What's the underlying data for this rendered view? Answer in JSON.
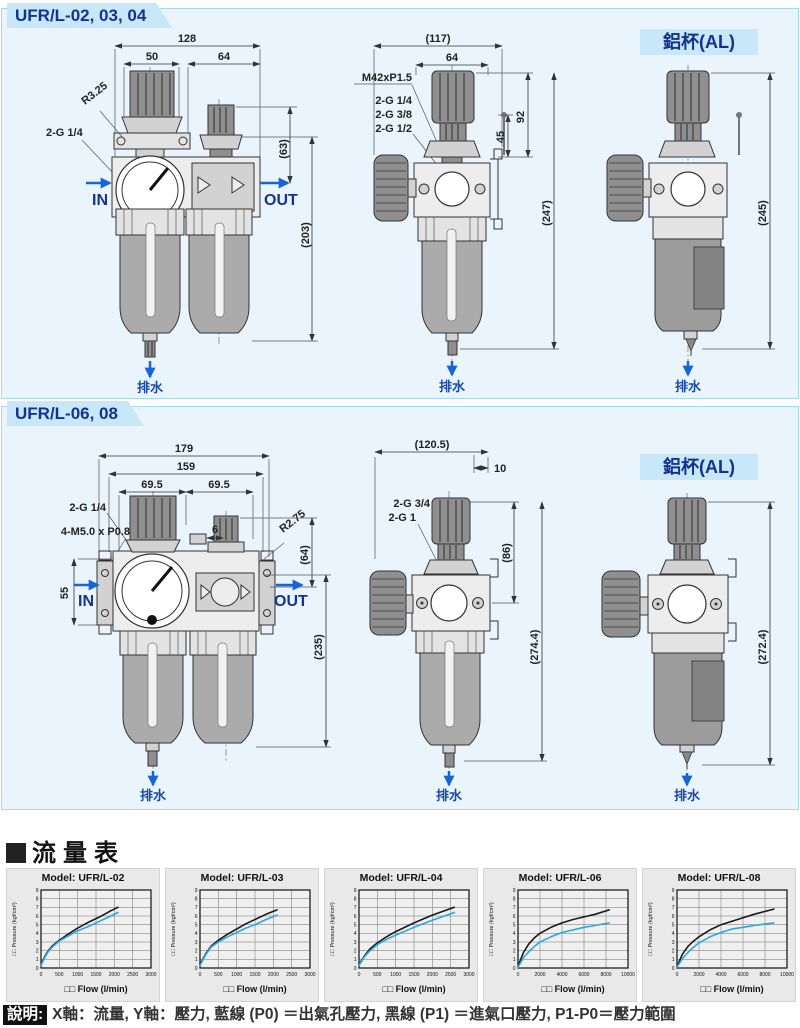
{
  "section1": {
    "title": "UFR/L-02, 03, 04",
    "al_badge": "鋁杯(AL)",
    "front": {
      "dim_overall_w": "128",
      "dim_reg_w": "50",
      "dim_lub_w": "64",
      "label_radius": "R3.25",
      "label_port": "2-G 1/4",
      "dim_knob_h": "(63)",
      "dim_body_h": "(203)",
      "in": "IN",
      "out": "OUT",
      "drain": "排水"
    },
    "side": {
      "dim_depth": "(117)",
      "dim_w": "64",
      "label_thread": "M42xP1.5",
      "label_port1": "2-G 1/4",
      "label_port2": "2-G 3/8",
      "label_port3": "2-G 1/2",
      "dim_h1": "92",
      "dim_h2": "45",
      "dim_total_h": "(247)",
      "drain": "排水"
    },
    "al": {
      "dim_total_h": "(245)",
      "drain": "排水"
    }
  },
  "section2": {
    "title": "UFR/L-06, 08",
    "al_badge": "鋁杯(AL)",
    "front": {
      "dim_overall_w": "179",
      "dim_body_w": "159",
      "dim_reg_w": "69.5",
      "dim_lub_w": "69.5",
      "label_port": "2-G 1/4",
      "label_mount": "4-M5.0 x P0.8",
      "dim_port_h": "55",
      "dim_tab": "6",
      "label_radius": "R2.75",
      "dim_knob_h": "(64)",
      "dim_body_h": "(235)",
      "in": "IN",
      "out": "OUT",
      "drain": "排水"
    },
    "side": {
      "dim_depth": "(120.5)",
      "dim_tab": "10",
      "label_port1": "2-G 3/4",
      "label_port2": "2-G 1",
      "dim_h1": "(86)",
      "dim_total_h": "(274.4)",
      "drain": "排水"
    },
    "al": {
      "dim_total_h": "(272.4)",
      "drain": "排水"
    }
  },
  "flow_section": {
    "title": "流量表",
    "note_label": "說明:",
    "note_text": "X軸：流量, Y軸：壓力, 藍線 (P0) ＝出氣孔壓力, 黑線 (P1) ＝進氣口壓力, P1-P0＝壓力範圍"
  },
  "chart_data": [
    {
      "type": "line",
      "title": "Model: UFR/L-02",
      "xlabel": "□□ Flow (l/min)",
      "ylabel": "□□ Pressure (kgf/cm²)",
      "xlim": [
        0,
        3000
      ],
      "ylim": [
        0,
        9
      ],
      "xticks": [
        0,
        500,
        1000,
        1500,
        2000,
        2500,
        3000
      ],
      "yticks": [
        0,
        1,
        2,
        3,
        4,
        5,
        6,
        7,
        8,
        9
      ],
      "legend": "none",
      "grid": true,
      "series": [
        {
          "name": "P1",
          "color": "#1a1a1a",
          "points": [
            [
              0,
              0.4
            ],
            [
              100,
              1.3
            ],
            [
              200,
              2.0
            ],
            [
              300,
              2.5
            ],
            [
              500,
              3.2
            ],
            [
              700,
              3.8
            ],
            [
              1000,
              4.6
            ],
            [
              1300,
              5.3
            ],
            [
              1600,
              5.9
            ],
            [
              1900,
              6.6
            ],
            [
              2100,
              7.0
            ]
          ]
        },
        {
          "name": "P0",
          "color": "#29a8dc",
          "points": [
            [
              0,
              0.3
            ],
            [
              100,
              1.2
            ],
            [
              200,
              1.9
            ],
            [
              300,
              2.4
            ],
            [
              500,
              3.1
            ],
            [
              700,
              3.6
            ],
            [
              1000,
              4.3
            ],
            [
              1300,
              4.8
            ],
            [
              1600,
              5.4
            ],
            [
              1900,
              6.0
            ],
            [
              2100,
              6.4
            ]
          ]
        }
      ]
    },
    {
      "type": "line",
      "title": "Model: UFR/L-03",
      "xlabel": "□□ Flow (l/min)",
      "ylabel": "□□ Pressure (kgf/cm²)",
      "xlim": [
        0,
        3000
      ],
      "ylim": [
        0,
        9
      ],
      "xticks": [
        0,
        500,
        1000,
        1500,
        2000,
        2500,
        3000
      ],
      "yticks": [
        0,
        1,
        2,
        3,
        4,
        5,
        6,
        7,
        8,
        9
      ],
      "legend": "none",
      "grid": true,
      "series": [
        {
          "name": "P1",
          "color": "#1a1a1a",
          "points": [
            [
              0,
              0.4
            ],
            [
              150,
              1.6
            ],
            [
              300,
              2.5
            ],
            [
              500,
              3.2
            ],
            [
              750,
              3.9
            ],
            [
              1000,
              4.5
            ],
            [
              1250,
              5.1
            ],
            [
              1500,
              5.6
            ],
            [
              1800,
              6.2
            ],
            [
              2100,
              6.7
            ]
          ]
        },
        {
          "name": "P0",
          "color": "#29a8dc",
          "points": [
            [
              0,
              0.3
            ],
            [
              150,
              1.5
            ],
            [
              300,
              2.4
            ],
            [
              500,
              3.0
            ],
            [
              750,
              3.6
            ],
            [
              1000,
              4.1
            ],
            [
              1250,
              4.6
            ],
            [
              1500,
              5.0
            ],
            [
              1800,
              5.6
            ],
            [
              2100,
              6.1
            ]
          ]
        }
      ]
    },
    {
      "type": "line",
      "title": "Model: UFR/L-04",
      "xlabel": "□□ Flow (l/min)",
      "ylabel": "□□ Pressure (kgf/cm²)",
      "xlim": [
        0,
        3000
      ],
      "ylim": [
        0,
        9
      ],
      "xticks": [
        0,
        500,
        1000,
        1500,
        2000,
        2500,
        3000
      ],
      "yticks": [
        0,
        1,
        2,
        3,
        4,
        5,
        6,
        7,
        8,
        9
      ],
      "legend": "none",
      "grid": true,
      "series": [
        {
          "name": "P1",
          "color": "#1a1a1a",
          "points": [
            [
              0,
              0.4
            ],
            [
              150,
              1.4
            ],
            [
              300,
              2.2
            ],
            [
              500,
              2.9
            ],
            [
              750,
              3.6
            ],
            [
              1000,
              4.2
            ],
            [
              1500,
              5.2
            ],
            [
              2000,
              6.1
            ],
            [
              2600,
              7.0
            ]
          ]
        },
        {
          "name": "P0",
          "color": "#29a8dc",
          "points": [
            [
              0,
              0.3
            ],
            [
              150,
              1.3
            ],
            [
              300,
              2.0
            ],
            [
              500,
              2.7
            ],
            [
              750,
              3.3
            ],
            [
              1000,
              3.8
            ],
            [
              1500,
              4.7
            ],
            [
              2000,
              5.5
            ],
            [
              2600,
              6.4
            ]
          ]
        }
      ]
    },
    {
      "type": "line",
      "title": "Model: UFR/L-06",
      "xlabel": "□□ Flow (l/min)",
      "ylabel": "□□ Pressure (kgf/cm²)",
      "xlim": [
        0,
        10000
      ],
      "ylim": [
        0,
        9
      ],
      "xticks": [
        0,
        2000,
        4000,
        6000,
        8000,
        10000
      ],
      "yticks": [
        0,
        1,
        2,
        3,
        4,
        5,
        6,
        7,
        8,
        9
      ],
      "legend": "none",
      "grid": true,
      "series": [
        {
          "name": "P1",
          "color": "#1a1a1a",
          "points": [
            [
              0,
              0.2
            ],
            [
              500,
              1.8
            ],
            [
              1000,
              2.8
            ],
            [
              1500,
              3.5
            ],
            [
              2000,
              4.0
            ],
            [
              3000,
              4.7
            ],
            [
              4000,
              5.2
            ],
            [
              5000,
              5.6
            ],
            [
              6000,
              5.9
            ],
            [
              7000,
              6.2
            ],
            [
              8300,
              6.7
            ]
          ]
        },
        {
          "name": "P0",
          "color": "#29a8dc",
          "points": [
            [
              0,
              0.1
            ],
            [
              500,
              1.2
            ],
            [
              1000,
              1.9
            ],
            [
              1500,
              2.5
            ],
            [
              2000,
              3.0
            ],
            [
              3000,
              3.6
            ],
            [
              4000,
              4.1
            ],
            [
              5000,
              4.4
            ],
            [
              6000,
              4.7
            ],
            [
              7000,
              4.9
            ],
            [
              8300,
              5.2
            ]
          ]
        }
      ]
    },
    {
      "type": "line",
      "title": "Model: UFR/L-08",
      "xlabel": "□□ Flow (l/min)",
      "ylabel": "□□ Pressure (kgf/cm²)",
      "xlim": [
        0,
        10000
      ],
      "ylim": [
        0,
        9
      ],
      "xticks": [
        0,
        2000,
        4000,
        6000,
        8000,
        10000
      ],
      "yticks": [
        0,
        1,
        2,
        3,
        4,
        5,
        6,
        7,
        8,
        9
      ],
      "legend": "none",
      "grid": true,
      "series": [
        {
          "name": "P1",
          "color": "#1a1a1a",
          "points": [
            [
              0,
              0.2
            ],
            [
              500,
              1.6
            ],
            [
              1000,
              2.5
            ],
            [
              1500,
              3.1
            ],
            [
              2000,
              3.6
            ],
            [
              3000,
              4.4
            ],
            [
              4000,
              5.0
            ],
            [
              5000,
              5.4
            ],
            [
              6000,
              5.8
            ],
            [
              7000,
              6.2
            ],
            [
              8800,
              6.8
            ]
          ]
        },
        {
          "name": "P0",
          "color": "#29a8dc",
          "points": [
            [
              0,
              0.1
            ],
            [
              500,
              1.1
            ],
            [
              1000,
              1.8
            ],
            [
              1500,
              2.4
            ],
            [
              2000,
              2.9
            ],
            [
              3000,
              3.6
            ],
            [
              4000,
              4.1
            ],
            [
              5000,
              4.5
            ],
            [
              6000,
              4.7
            ],
            [
              7000,
              4.9
            ],
            [
              8800,
              5.2
            ]
          ]
        }
      ]
    }
  ],
  "colors": {
    "panel_bg": "#e9f4fc",
    "banner_bg": "#c8e7f8",
    "heading_blue": "#14338f",
    "arrow_blue": "#1565d8",
    "curve_p0": "#29a8dc",
    "curve_p1": "#1a1a1a",
    "chart_panel_bg": "#e9e9e9",
    "note_badge_bg": "#111111"
  }
}
